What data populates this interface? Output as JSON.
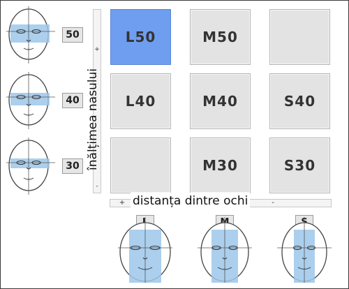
{
  "vertical_axis": {
    "label": "înălțimea nasului",
    "plus": "+",
    "minus": "-"
  },
  "horizontal_axis": {
    "label": "distanța dintre ochi",
    "plus": "+",
    "minus": "-"
  },
  "left_faces": [
    {
      "value": "50"
    },
    {
      "value": "40"
    },
    {
      "value": "30"
    }
  ],
  "bottom_faces": [
    {
      "value": "L"
    },
    {
      "value": "M"
    },
    {
      "value": "S"
    }
  ],
  "grid": {
    "rows": [
      [
        "L50",
        "M50",
        ""
      ],
      [
        "L40",
        "M40",
        "S40"
      ],
      [
        "",
        "M30",
        "S30"
      ]
    ],
    "selected": "L50"
  },
  "colors": {
    "selected": "#6f9ef0",
    "cell": "#e3e3e3",
    "face_highlight": "#9cc7ea"
  },
  "icons": {
    "face": "face-outline-icon"
  }
}
